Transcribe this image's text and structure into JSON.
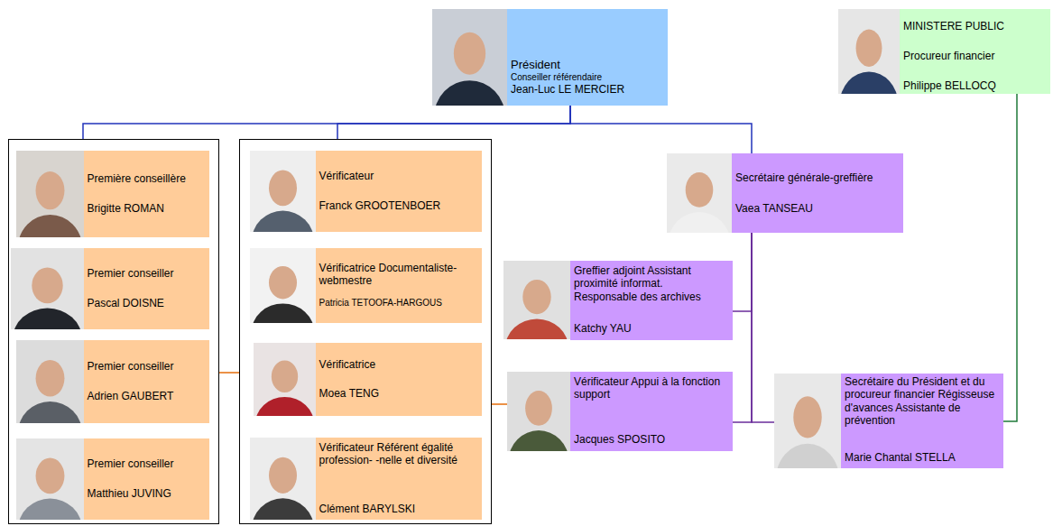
{
  "diagram": {
    "nodes": [
      {
        "text": [
          "Président",
          "Conseiller référendaire",
          "Jean-Luc LE MERCIER"
        ]
      },
      {
        "text": [
          "MINISTERE PUBLIC",
          "Procureur financier",
          "Philippe BELLOCQ"
        ]
      },
      {
        "text": []
      },
      {
        "text": [
          "Première conseillère",
          "Brigitte ROMAN"
        ],
        "in": 2
      },
      {
        "text": [
          "Premier conseiller",
          "Pascal DOISNE"
        ],
        "in": 2
      },
      {
        "text": [
          "Premier conseiller",
          "Adrien GAUBERT"
        ],
        "in": 2
      },
      {
        "text": [
          "Premier conseiller",
          "Matthieu JUVING"
        ],
        "in": 2
      },
      {
        "text": []
      },
      {
        "text": [
          "Vérificateur",
          "Franck GROOTENBOER"
        ],
        "in": 7
      },
      {
        "text": [
          "Vérificatrice Documentaliste-webmestre",
          "Patricia TETOOFA-HARGOUS"
        ],
        "in": 7
      },
      {
        "text": [
          "Vérificatrice",
          "Moea TENG"
        ],
        "in": 7
      },
      {
        "text": [
          "Vérificateur Référent égalité profession- -nelle et diversité",
          "Clément BARYLSKI"
        ],
        "in": 7
      },
      {
        "text": [
          "Secrétaire générale-greffière",
          "Vaea TANSEAU"
        ]
      },
      {
        "text": [
          "Greffier adjoint Assistant proximité informat. Responsable des archives",
          "Katchy YAU"
        ]
      },
      {
        "text": [
          "Vérificateur Appui à la fonction support",
          "Jacques SPOSITO"
        ]
      },
      {
        "text": [
          "Secrétaire du Président et du procureur financier Régisseuse d'avances Assistante de prévention",
          "Marie Chantal STELLA"
        ]
      }
    ],
    "edges": [
      {
        "from": 0,
        "to": 2,
        "arrow": "none"
      },
      {
        "from": 0,
        "to": 7,
        "arrow": "none"
      },
      {
        "from": 0,
        "to": 12,
        "arrow": "none"
      },
      {
        "from": 2,
        "to": 7,
        "arrow": "none"
      },
      {
        "from": 7,
        "to": 14,
        "arrow": "none"
      },
      {
        "from": 12,
        "to": 13,
        "arrow": "none"
      },
      {
        "from": 12,
        "to": 14,
        "arrow": "none"
      },
      {
        "from": 12,
        "to": 15,
        "arrow": "none"
      },
      {
        "from": 1,
        "to": 15,
        "arrow": "none"
      }
    ]
  }
}
